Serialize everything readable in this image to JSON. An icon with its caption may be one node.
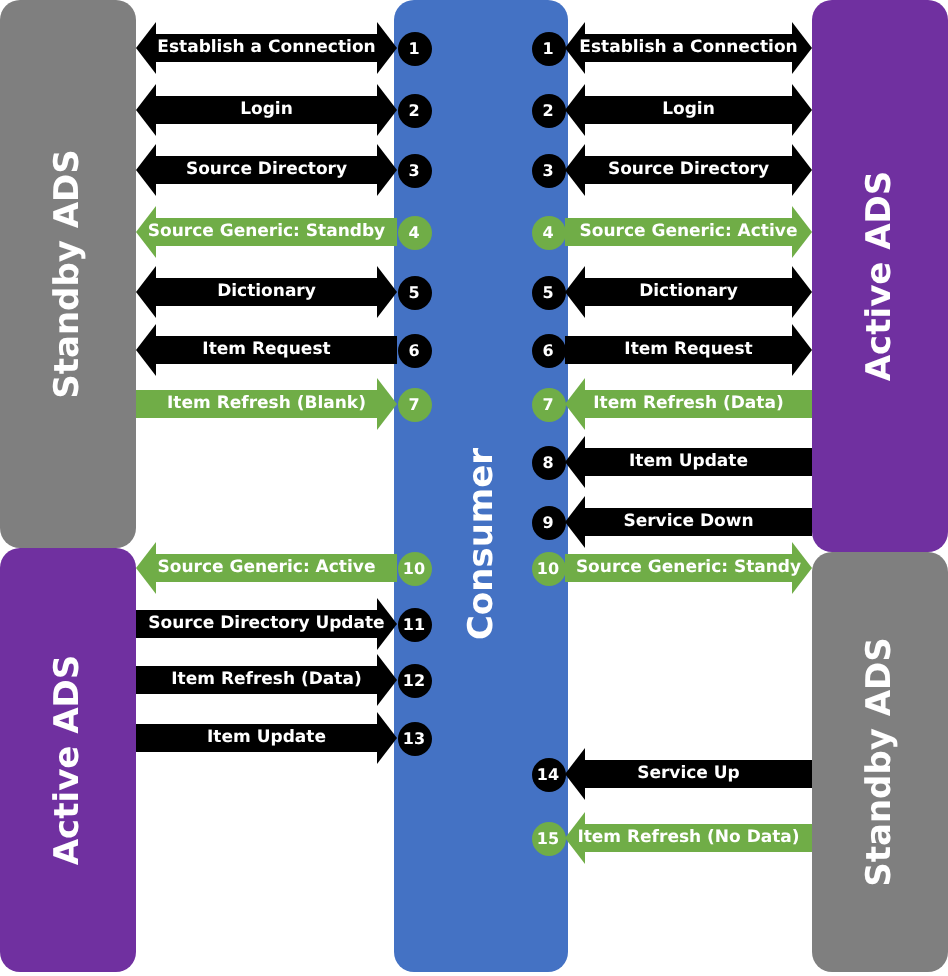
{
  "diagram": {
    "nodes": [
      {
        "text": [
          "Standby ADS"
        ]
      },
      {
        "text": [
          "Active ADS"
        ]
      },
      {
        "text": [
          "Consumer"
        ]
      },
      {
        "text": [
          "Active ADS"
        ]
      },
      {
        "text": [
          "Standby ADS"
        ]
      },
      {
        "text": [
          "1"
        ],
        "in": 2
      },
      {
        "text": [
          "1"
        ],
        "in": 2
      },
      {
        "text": [
          "2"
        ],
        "in": 2
      },
      {
        "text": [
          "2"
        ],
        "in": 2
      },
      {
        "text": [
          "3"
        ],
        "in": 2
      },
      {
        "text": [
          "3"
        ],
        "in": 2
      },
      {
        "text": [
          "4"
        ],
        "in": 2
      },
      {
        "text": [
          "4"
        ],
        "in": 2
      },
      {
        "text": [
          "5"
        ],
        "in": 2
      },
      {
        "text": [
          "5"
        ],
        "in": 2
      },
      {
        "text": [
          "6"
        ],
        "in": 2
      },
      {
        "text": [
          "6"
        ],
        "in": 2
      },
      {
        "text": [
          "7"
        ],
        "in": 2
      },
      {
        "text": [
          "7"
        ],
        "in": 2
      },
      {
        "text": [
          "8"
        ],
        "in": 2
      },
      {
        "text": [
          "9"
        ],
        "in": 2
      },
      {
        "text": [
          "10"
        ],
        "in": 2
      },
      {
        "text": [
          "10"
        ],
        "in": 2
      },
      {
        "text": [
          "11"
        ],
        "in": 2
      },
      {
        "text": [
          "12"
        ],
        "in": 2
      },
      {
        "text": [
          "13"
        ],
        "in": 2
      },
      {
        "text": [
          "14"
        ],
        "in": 2
      },
      {
        "text": [
          "15"
        ],
        "in": 2
      }
    ],
    "edges": [
      {
        "from": 0,
        "to": 5,
        "arrow": "both",
        "label": "Establish a Connection"
      },
      {
        "from": 6,
        "to": 3,
        "arrow": "both",
        "label": "Establish a Connection"
      },
      {
        "from": 0,
        "to": 7,
        "arrow": "both",
        "label": "Login"
      },
      {
        "from": 8,
        "to": 3,
        "arrow": "both",
        "label": "Login"
      },
      {
        "from": 0,
        "to": 9,
        "arrow": "both",
        "label": "Source Directory"
      },
      {
        "from": 10,
        "to": 3,
        "arrow": "both",
        "label": "Source Directory"
      },
      {
        "from": 11,
        "to": 0,
        "arrow": "to",
        "label": "Source Generic: Standby",
        "color": "#70ad47"
      },
      {
        "from": 12,
        "to": 3,
        "arrow": "to",
        "label": "Source Generic: Active",
        "color": "#70ad47"
      },
      {
        "from": 0,
        "to": 13,
        "arrow": "both",
        "label": "Dictionary"
      },
      {
        "from": 14,
        "to": 3,
        "arrow": "both",
        "label": "Dictionary"
      },
      {
        "from": 15,
        "to": 0,
        "arrow": "to",
        "label": "Item Request"
      },
      {
        "from": 16,
        "to": 3,
        "arrow": "to",
        "label": "Item Request"
      },
      {
        "from": 0,
        "to": 17,
        "arrow": "to",
        "label": "Item Refresh (Blank)",
        "color": "#70ad47"
      },
      {
        "from": 3,
        "to": 18,
        "arrow": "to",
        "label": "Item Refresh (Data)",
        "color": "#70ad47"
      },
      {
        "from": 3,
        "to": 19,
        "arrow": "to",
        "label": "Item Update"
      },
      {
        "from": 3,
        "to": 20,
        "arrow": "to",
        "label": "Service Down"
      },
      {
        "from": 21,
        "to": 1,
        "arrow": "to",
        "label": "Source Generic: Active",
        "color": "#70ad47"
      },
      {
        "from": 22,
        "to": 4,
        "arrow": "to",
        "label": "Source Generic: Standy",
        "color": "#70ad47"
      },
      {
        "from": 1,
        "to": 23,
        "arrow": "to",
        "label": "Source Directory Update"
      },
      {
        "from": 1,
        "to": 24,
        "arrow": "to",
        "label": "Item Refresh (Data)"
      },
      {
        "from": 1,
        "to": 25,
        "arrow": "to",
        "label": "Item Update"
      },
      {
        "from": 4,
        "to": 26,
        "arrow": "to",
        "label": "Service Up"
      },
      {
        "from": 4,
        "to": 27,
        "arrow": "to",
        "label": "Item Refresh (No Data)",
        "color": "#70ad47"
      }
    ]
  }
}
